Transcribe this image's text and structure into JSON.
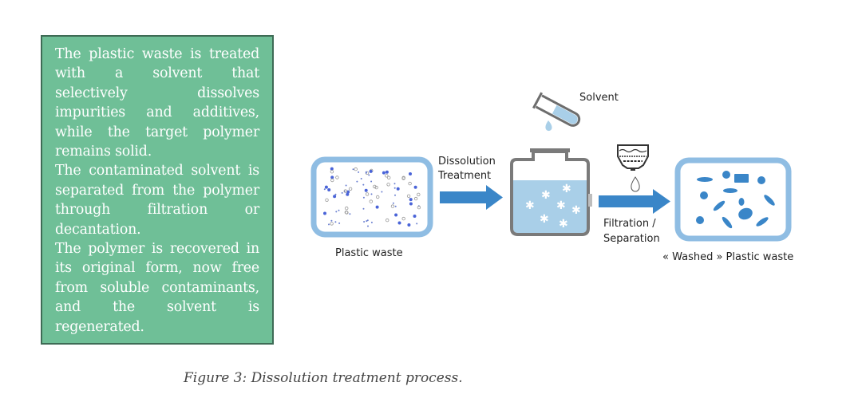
{
  "textbox": {
    "paragraphs": [
      "The plastic waste is treated with a solvent that selectively dissolves impurities and additives, while the target polymer remains solid.",
      "The contaminated solvent is separated from the polymer through filtration or decantation.",
      "The polymer is recovered in its original form, now free from soluble contaminants, and the solvent is regenerated."
    ]
  },
  "diagram": {
    "input_label": "Plastic waste",
    "step1_label_line1": "Dissolution",
    "step1_label_line2": "Treatment",
    "solvent_label": "Solvent",
    "step2_label_line1": "Filtration /",
    "step2_label_line2": "Separation",
    "output_label": "« Washed » Plastic waste",
    "icons": [
      "plastic-waste-container-icon",
      "arrow-right-icon",
      "test-tube-pouring-icon",
      "reactor-vessel-icon",
      "filter-funnel-icon",
      "droplet-icon",
      "washed-plastic-container-icon"
    ],
    "colors": {
      "accent_blue": "#3a86c8",
      "light_blue": "#9cc5e3",
      "vessel_grey": "#7a7a7a",
      "box_green": "#6fbf97"
    }
  },
  "caption": "Figure 3: Dissolution treatment process."
}
